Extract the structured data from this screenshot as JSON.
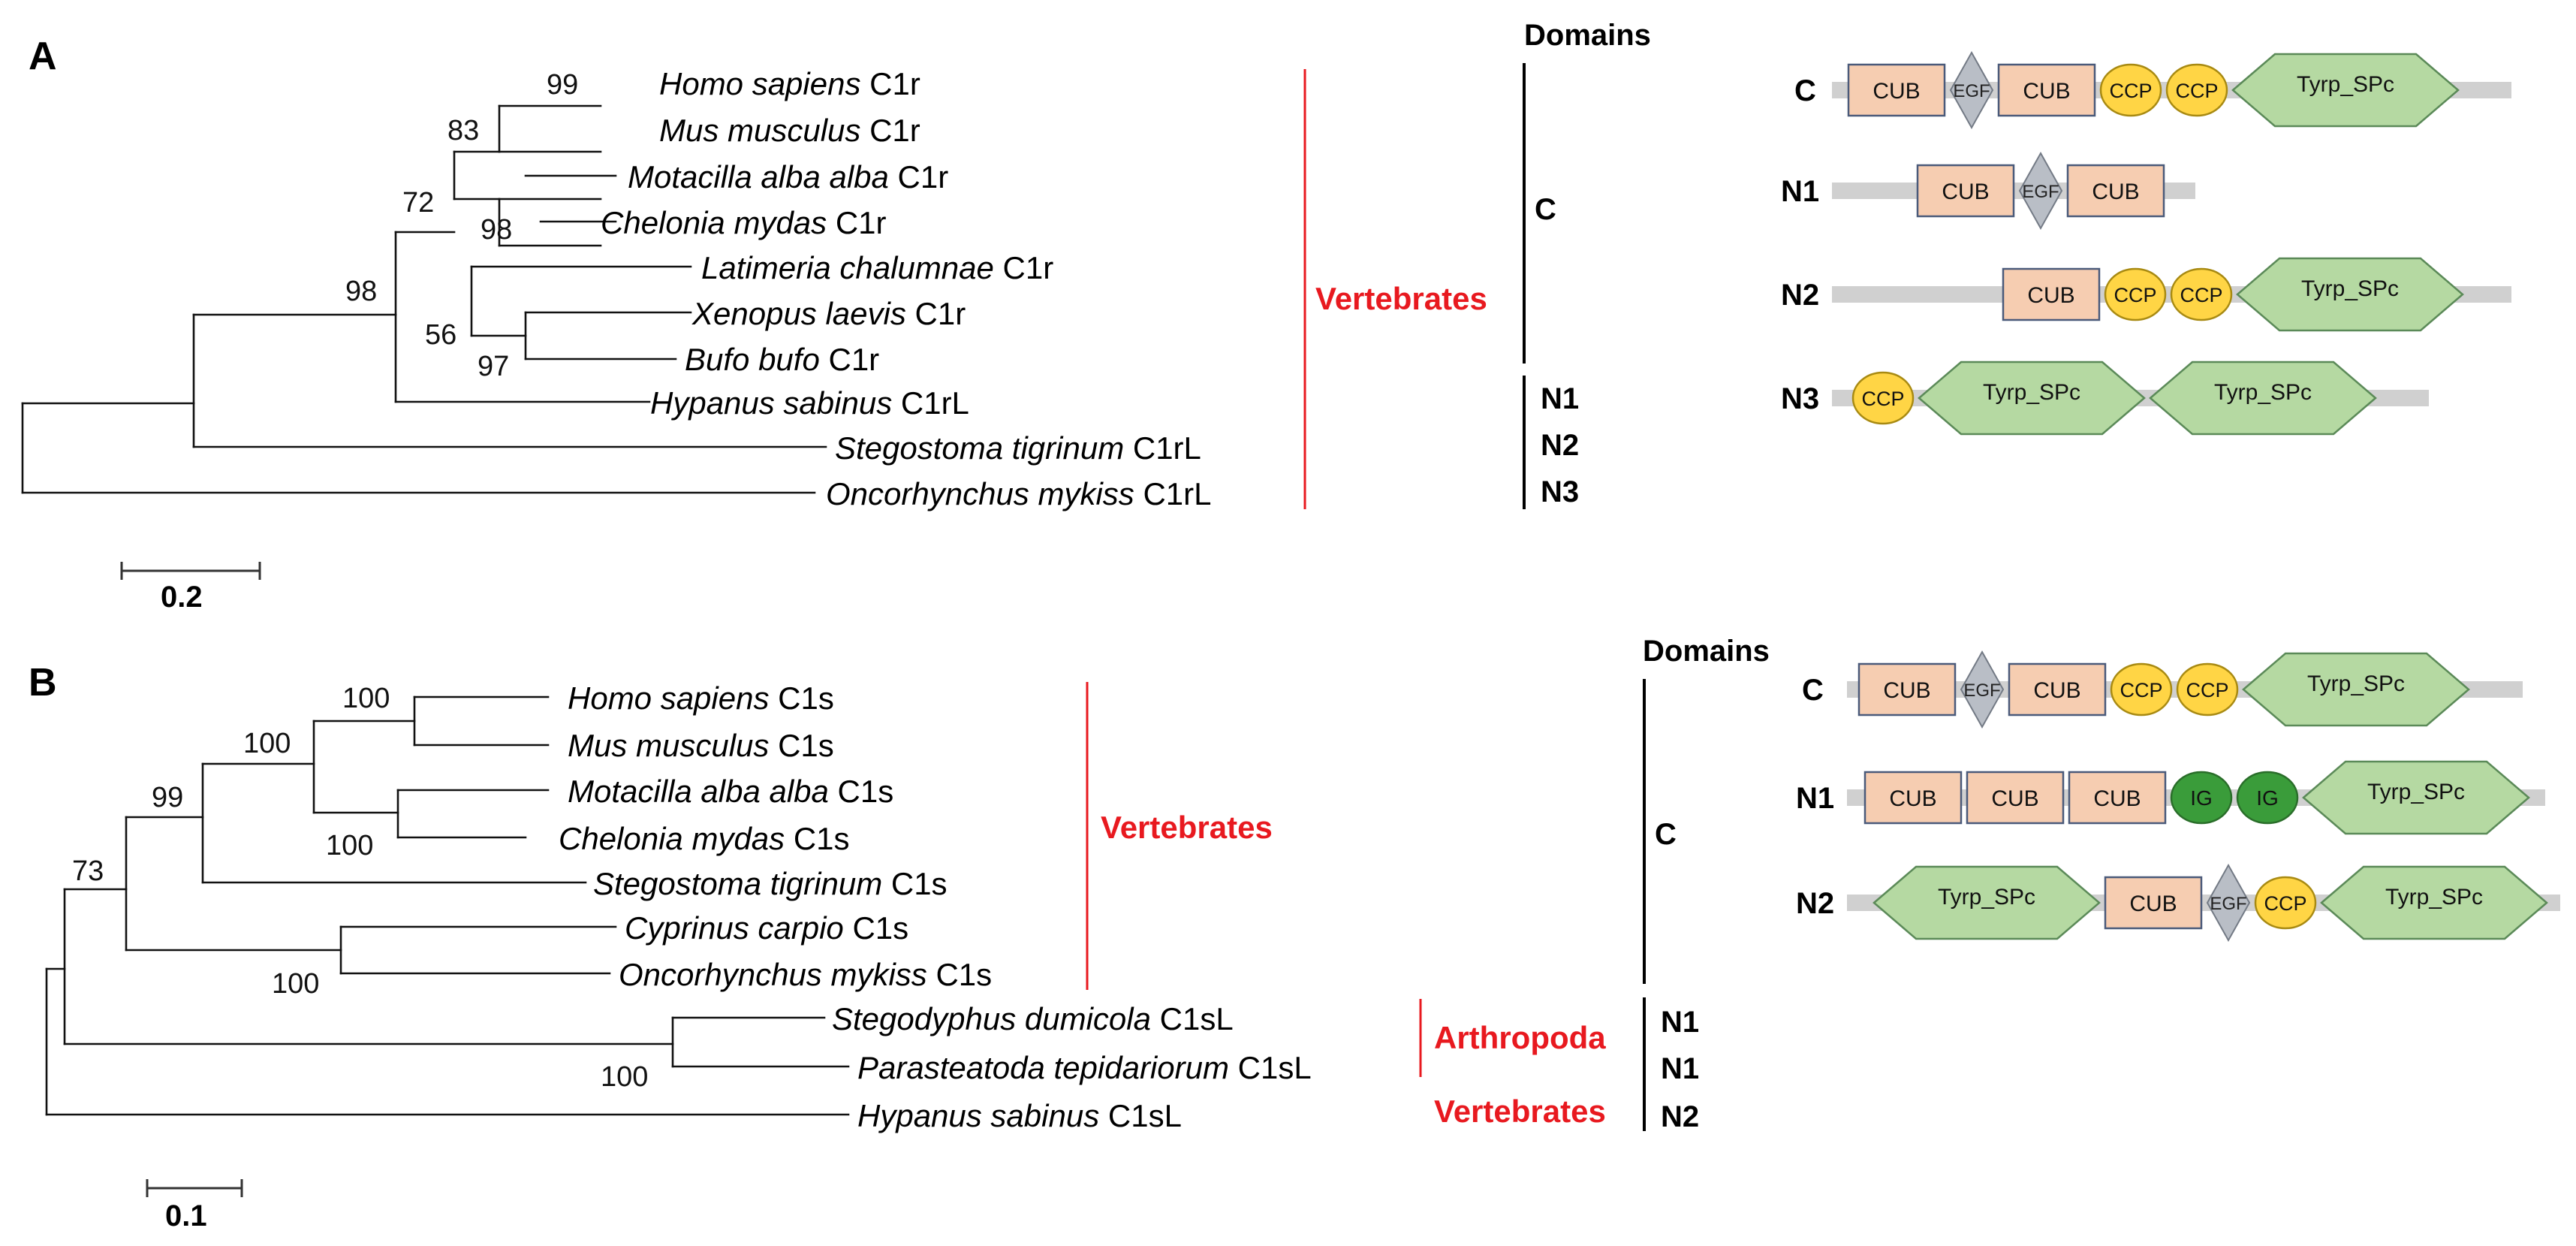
{
  "panel_a": {
    "label": "A",
    "taxa": [
      {
        "species": "Homo sapiens",
        "gene": "C1r"
      },
      {
        "species": "Mus musculus",
        "gene": "C1r"
      },
      {
        "species": "Motacilla alba alba",
        "gene": "C1r"
      },
      {
        "species": "Chelonia mydas",
        "gene": "C1r"
      },
      {
        "species": "Latimeria chalumnae",
        "gene": "C1r"
      },
      {
        "species": "Xenopus laevis",
        "gene": "C1r"
      },
      {
        "species": "Bufo bufo",
        "gene": "C1r"
      },
      {
        "species": "Hypanus sabinus",
        "gene": "C1rL"
      },
      {
        "species": "Stegostoma tigrinum",
        "gene": "C1rL"
      },
      {
        "species": "Oncorhynchus mykiss",
        "gene": "C1rL"
      }
    ],
    "bootstrap": [
      "99",
      "83",
      "98",
      "72",
      "56",
      "97",
      "98"
    ],
    "scale_label": "0.2",
    "group_label": "Vertebrates",
    "domains_header": "Domains",
    "domain_classes": [
      "C",
      "N1",
      "N2",
      "N3"
    ],
    "architectures": [
      {
        "label": "C",
        "domains": [
          "CUB",
          "EGF",
          "CUB",
          "CCP",
          "CCP",
          "Tyrp_SPc"
        ]
      },
      {
        "label": "N1",
        "domains": [
          "CUB",
          "EGF",
          "CUB"
        ]
      },
      {
        "label": "N2",
        "domains": [
          "CUB",
          "CCP",
          "CCP",
          "Tyrp_SPc"
        ]
      },
      {
        "label": "N3",
        "domains": [
          "CCP",
          "Tyrp_SPc",
          "Tyrp_SPc"
        ]
      }
    ]
  },
  "panel_b": {
    "label": "B",
    "taxa": [
      {
        "species": "Homo sapiens",
        "gene": "C1s"
      },
      {
        "species": "Mus musculus",
        "gene": "C1s"
      },
      {
        "species": "Motacilla alba alba",
        "gene": "C1s"
      },
      {
        "species": "Chelonia mydas",
        "gene": "C1s"
      },
      {
        "species": "Stegostoma tigrinum",
        "gene": "C1s"
      },
      {
        "species": "Cyprinus carpio",
        "gene": "C1s"
      },
      {
        "species": "Oncorhynchus mykiss",
        "gene": "C1s"
      },
      {
        "species": "Stegodyphus dumicola",
        "gene": "C1sL"
      },
      {
        "species": "Parasteatoda tepidariorum",
        "gene": "C1sL"
      },
      {
        "species": "Hypanus sabinus",
        "gene": "C1sL"
      }
    ],
    "bootstrap": [
      "100",
      "100",
      "100",
      "99",
      "100",
      "73",
      "100"
    ],
    "scale_label": "0.1",
    "groups": [
      "Vertebrates",
      "Arthropoda",
      "Vertebrates"
    ],
    "domains_header": "Domains",
    "domain_classes": [
      "C",
      "N1",
      "N1",
      "N2"
    ],
    "architectures": [
      {
        "label": "C",
        "domains": [
          "CUB",
          "EGF",
          "CUB",
          "CCP",
          "CCP",
          "Tyrp_SPc"
        ]
      },
      {
        "label": "N1",
        "domains": [
          "CUB",
          "CUB",
          "CUB",
          "IG",
          "IG",
          "Tyrp_SPc"
        ]
      },
      {
        "label": "N2",
        "domains": [
          "Tyrp_SPc",
          "CUB",
          "EGF",
          "CCP",
          "Tyrp_SPc"
        ]
      }
    ]
  }
}
